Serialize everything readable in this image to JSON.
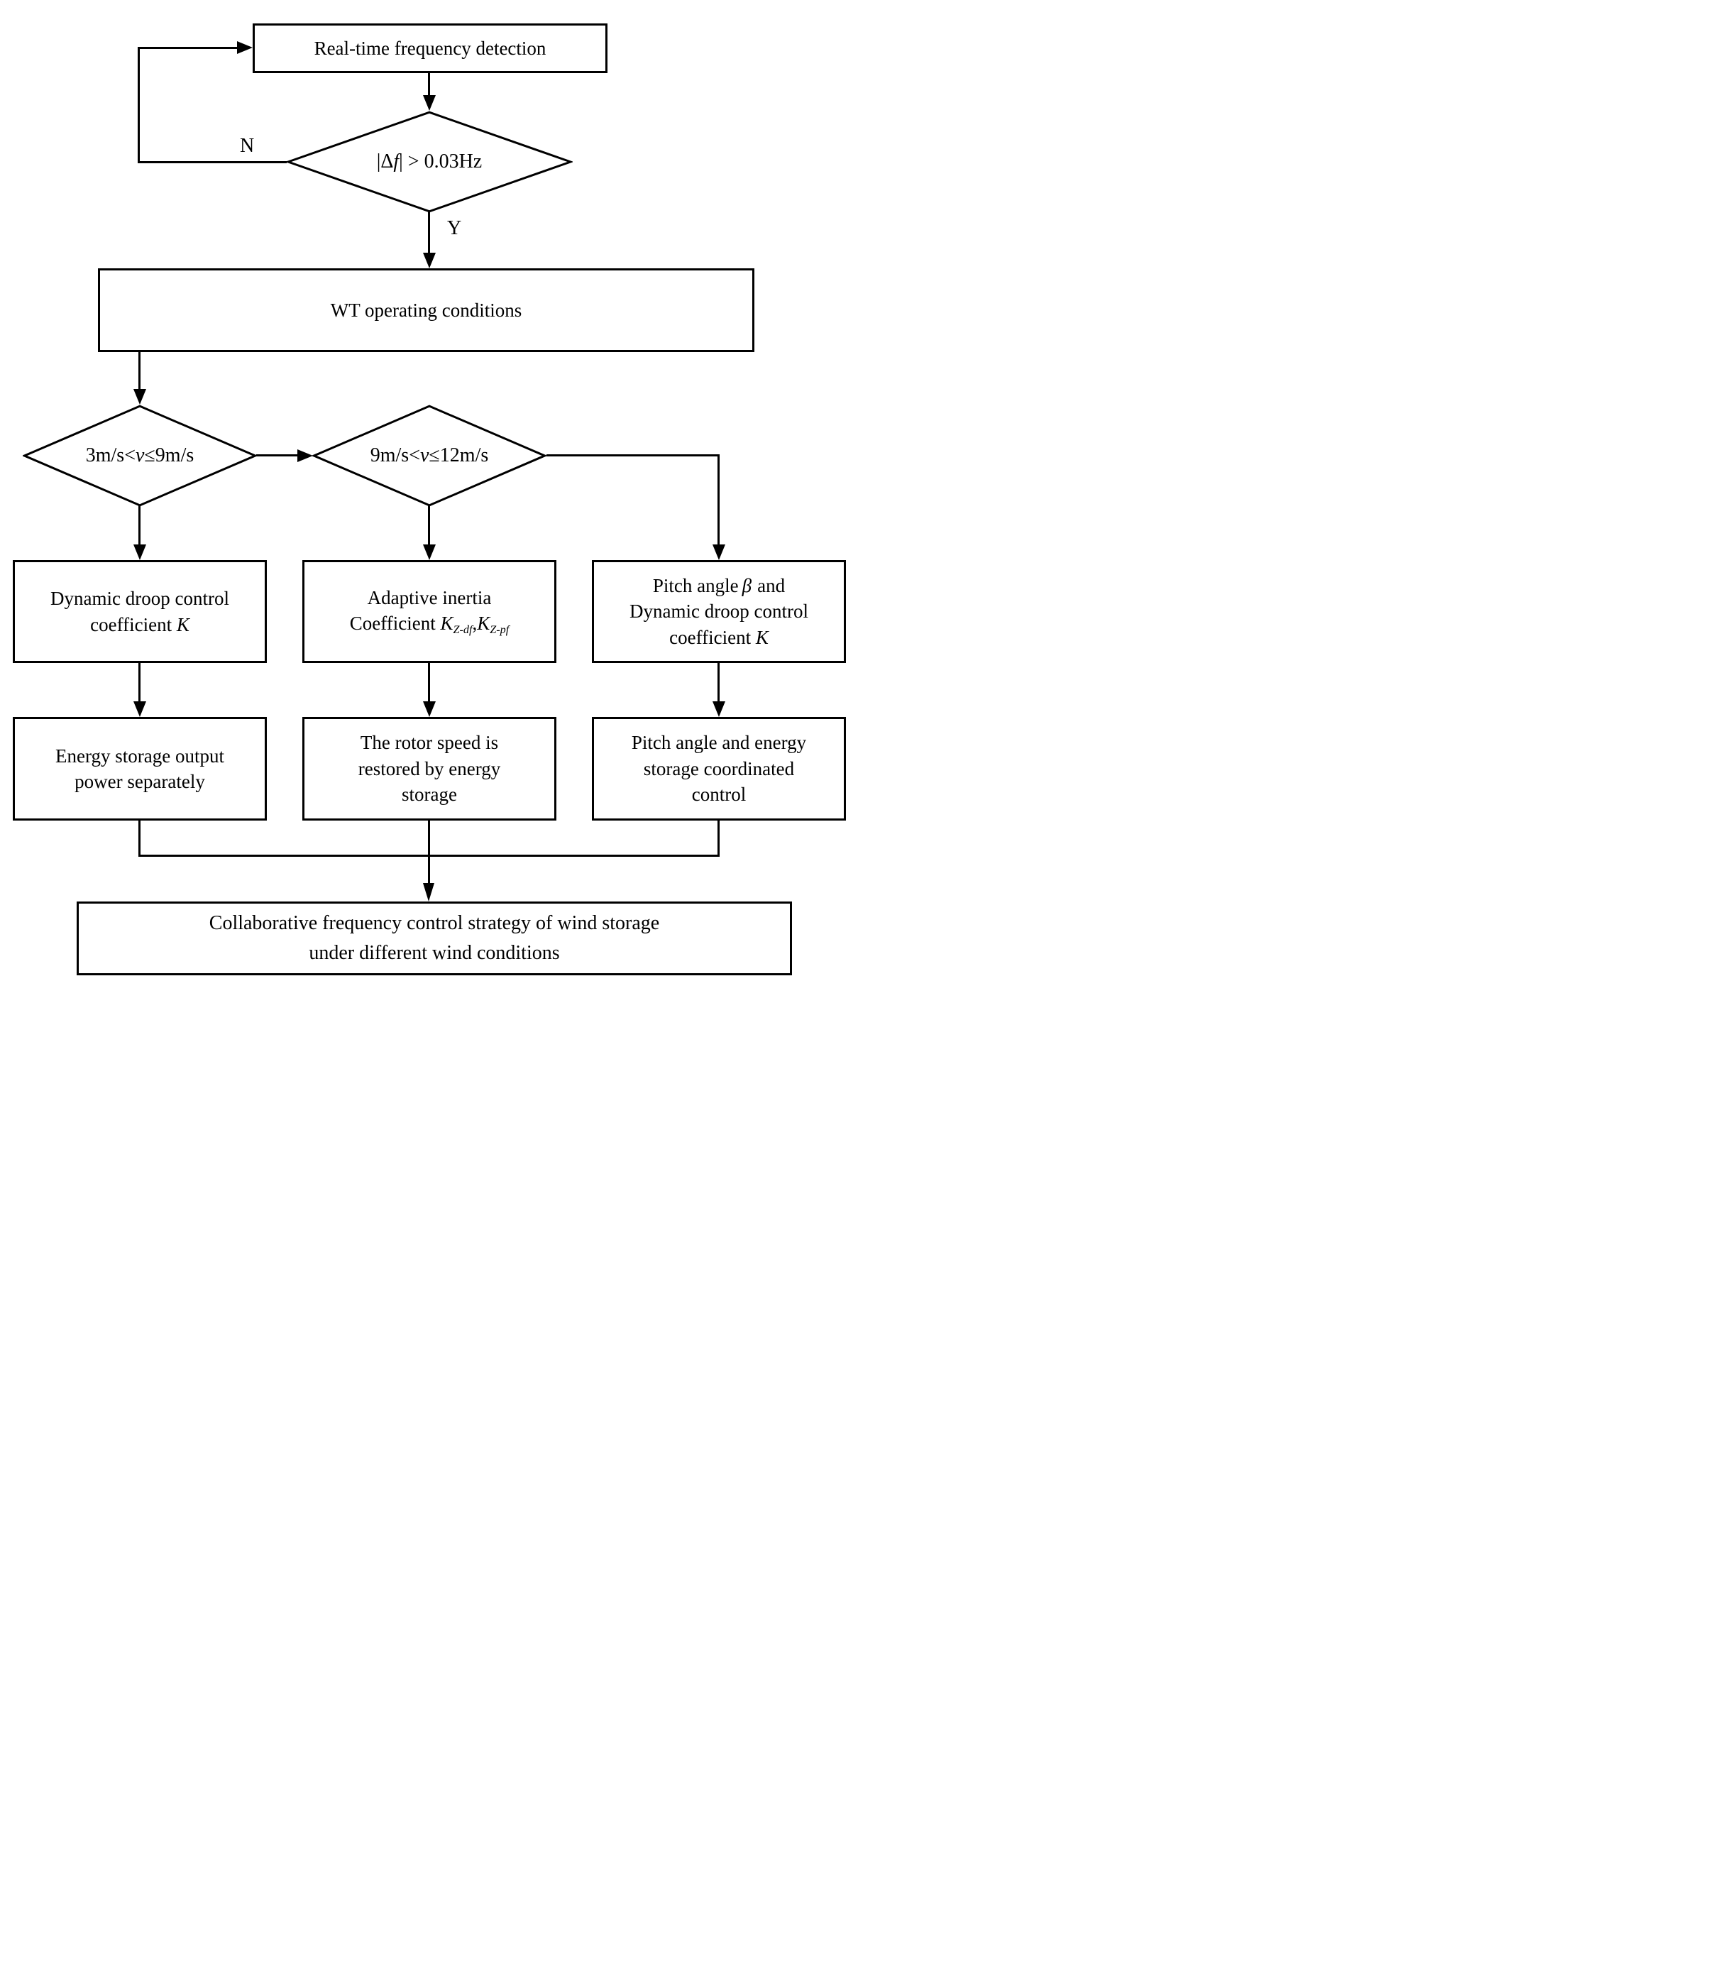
{
  "nodes": {
    "start": {
      "label": "Real-time frequency detection"
    },
    "freq_check": {
      "pre": "|Δ",
      "f": "f",
      "post": "| > 0.03Hz"
    },
    "branch_no": "N",
    "branch_yes": "Y",
    "wt": {
      "label": "WT operating conditions"
    },
    "low_wind": {
      "pre": "3m/s<",
      "v": "v",
      "post": "≤9m/s"
    },
    "mid_wind": {
      "pre": "9m/s<",
      "v": "v",
      "post": "≤12m/s"
    },
    "droop": {
      "line1": "Dynamic droop control",
      "line2_pre": "coefficient ",
      "k": "K"
    },
    "inertia": {
      "line1": "Adaptive inertia",
      "line2_pre": "Coefficient ",
      "k1": "K",
      "k1_sub": "Z-df",
      "sep": ",",
      "k2": "K",
      "k2_sub": "Z-pf"
    },
    "pitch_droop": {
      "line1_pre": "Pitch angle",
      "beta": "β",
      "line1_post": "and",
      "line2": "Dynamic droop control",
      "line3_pre": "coefficient ",
      "k": "K"
    },
    "storage_output": {
      "line1": "Energy storage output",
      "line2": "power separately"
    },
    "rotor_restore": {
      "line1": "The rotor speed is",
      "line2": "restored by energy",
      "line3": "storage"
    },
    "pitch_storage": {
      "line1": "Pitch angle and energy",
      "line2": "storage coordinated",
      "line3": "control"
    },
    "final": {
      "line1": "Collaborative frequency control strategy of wind storage",
      "line2": "under different wind conditions"
    }
  },
  "colors": {
    "line": "#000000",
    "background": "#ffffff"
  }
}
